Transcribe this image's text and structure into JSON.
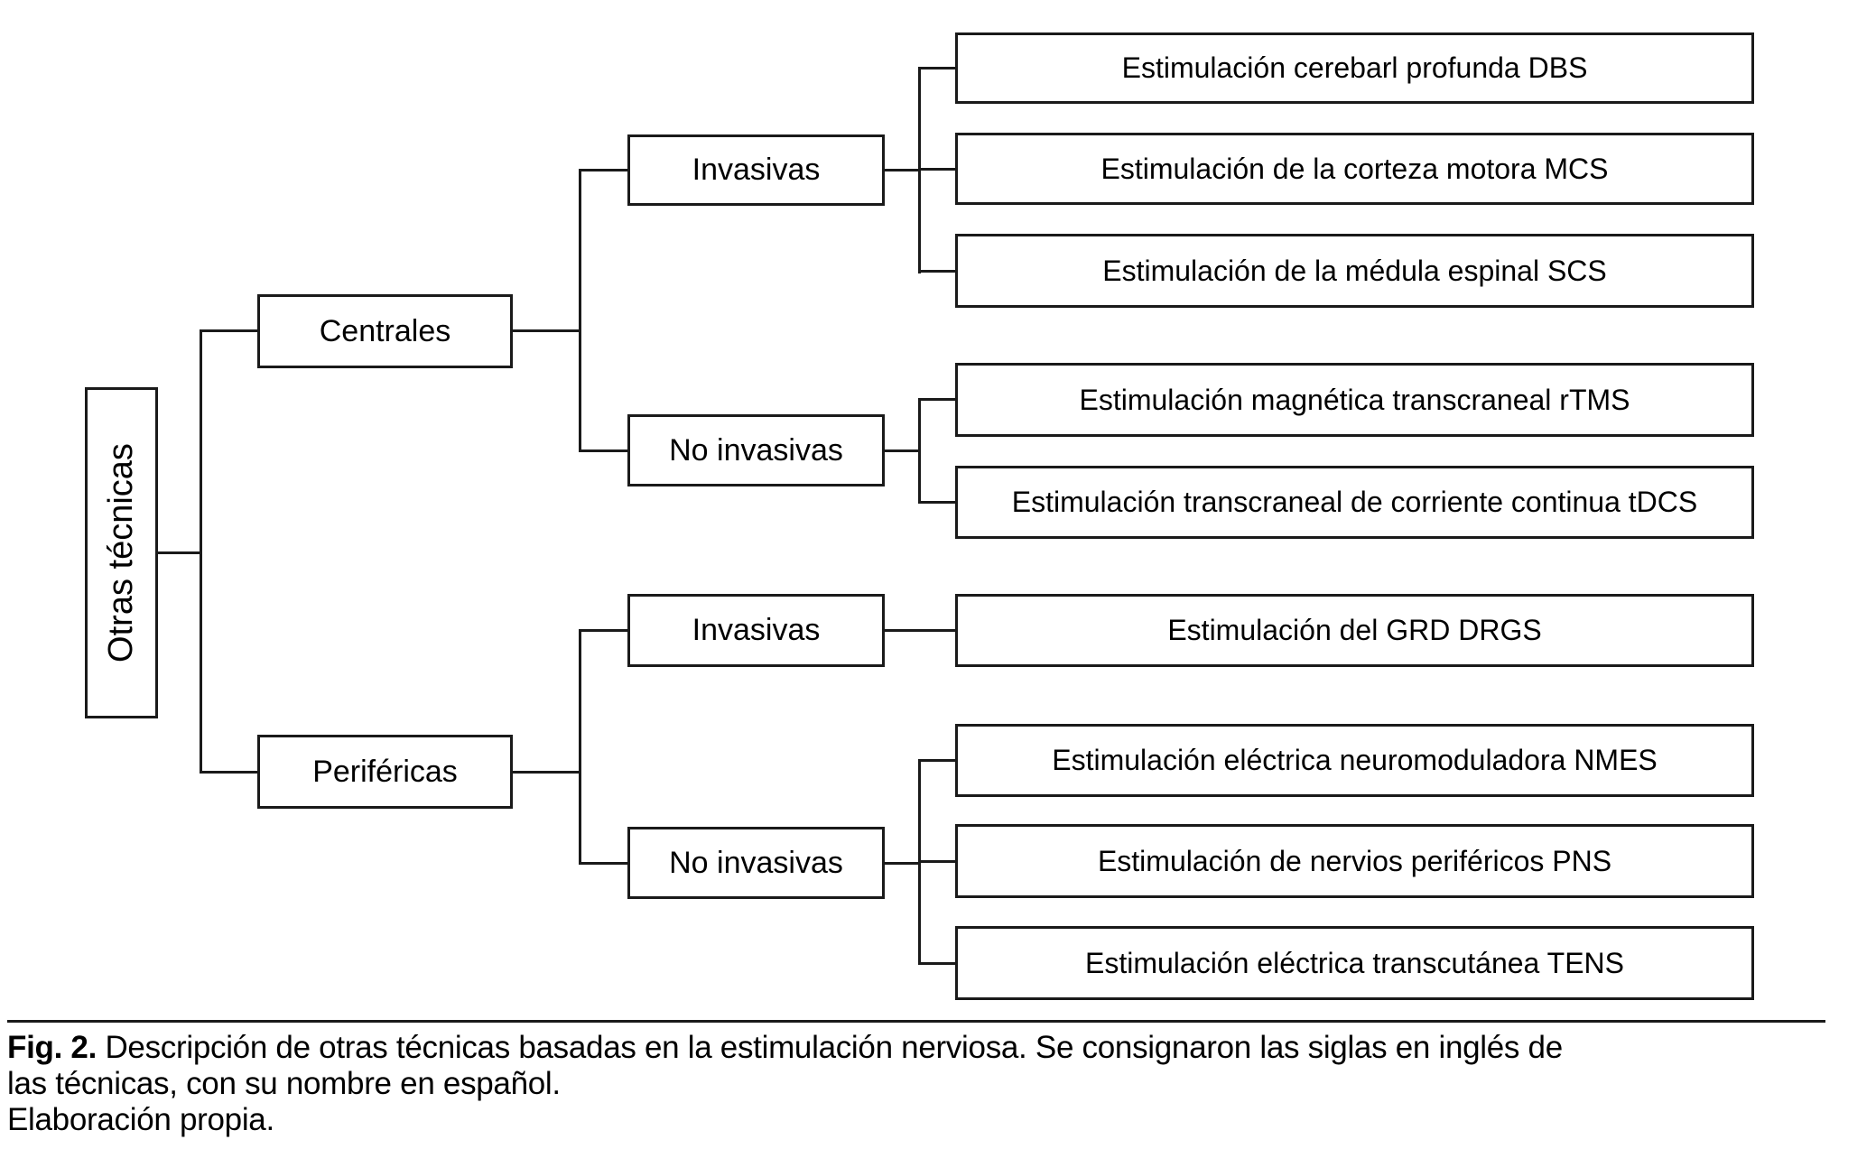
{
  "figure": {
    "root": {
      "label": "Otras técnicas"
    },
    "branches": [
      {
        "label": "Centrales"
      },
      {
        "label": "Periféricas"
      }
    ],
    "subbranches": [
      {
        "label": "Invasivas"
      },
      {
        "label": "No invasivas"
      },
      {
        "label": "Invasivas"
      },
      {
        "label": "No invasivas"
      }
    ],
    "leaves": [
      {
        "label": "Estimulación cerebarl profunda DBS"
      },
      {
        "label": "Estimulación de la corteza motora MCS"
      },
      {
        "label": "Estimulación de la médula espinal SCS"
      },
      {
        "label": "Estimulación magnética transcraneal rTMS"
      },
      {
        "label": "Estimulación transcraneal de corriente continua tDCS"
      },
      {
        "label": "Estimulación del GRD DRGS"
      },
      {
        "label": "Estimulación eléctrica neuromoduladora NMES"
      },
      {
        "label": "Estimulación de nervios periféricos PNS"
      },
      {
        "label": "Estimulación eléctrica transcutánea TENS"
      }
    ]
  },
  "caption": {
    "fig_label": "Fig. 2.",
    "line1_rest": " Descripción de otras técnicas basadas en la estimulación nerviosa. Se consignaron las siglas en inglés de",
    "line2": "las técnicas, con su nombre en español.",
    "line3": "Elaboración propia."
  },
  "colors": {
    "ink": "#1a1a1a",
    "background": "#ffffff"
  }
}
